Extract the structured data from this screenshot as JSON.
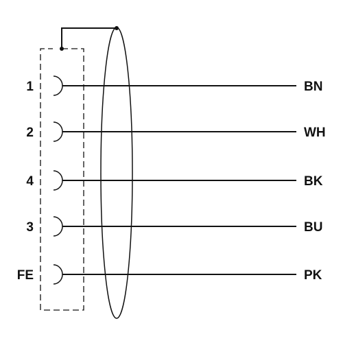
{
  "connector": {
    "pins": [
      {
        "pin": "1",
        "color_code": "BN"
      },
      {
        "pin": "2",
        "color_code": "WH"
      },
      {
        "pin": "4",
        "color_code": "BK"
      },
      {
        "pin": "3",
        "color_code": "BU"
      },
      {
        "pin": "FE",
        "color_code": "PK"
      }
    ]
  },
  "colors": {
    "line": "#111111",
    "background": "#ffffff"
  }
}
